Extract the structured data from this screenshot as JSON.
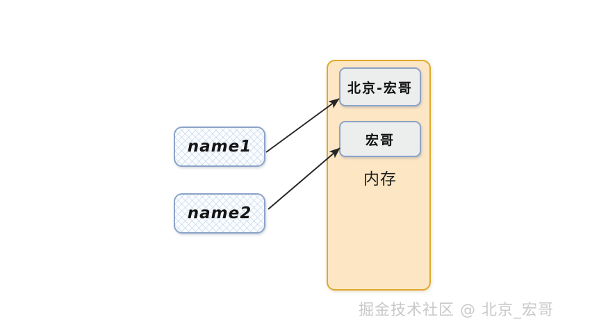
{
  "diagram": {
    "variables": [
      {
        "id": "name1",
        "label": "name1"
      },
      {
        "id": "name2",
        "label": "name2"
      }
    ],
    "memory": {
      "caption": "内存",
      "slots": [
        {
          "id": "slot-0",
          "value": "北京-宏哥"
        },
        {
          "id": "slot-1",
          "value": "宏哥"
        }
      ]
    },
    "arrows": [
      {
        "id": "arrow-name1-to-slot0",
        "from": "name1",
        "to": "slot-0"
      },
      {
        "id": "arrow-name2-to-slot1",
        "from": "name2",
        "to": "slot-1"
      }
    ]
  },
  "watermark": {
    "text": "掘金技术社区 @ 北京_宏哥"
  },
  "colors": {
    "memory_border": "#e0a92a",
    "memory_fill": "#fce6c4",
    "box_border": "#8ba3c7",
    "slot_fill": "#eceded",
    "arrow": "#262626",
    "watermark": "#c9c9c9"
  }
}
